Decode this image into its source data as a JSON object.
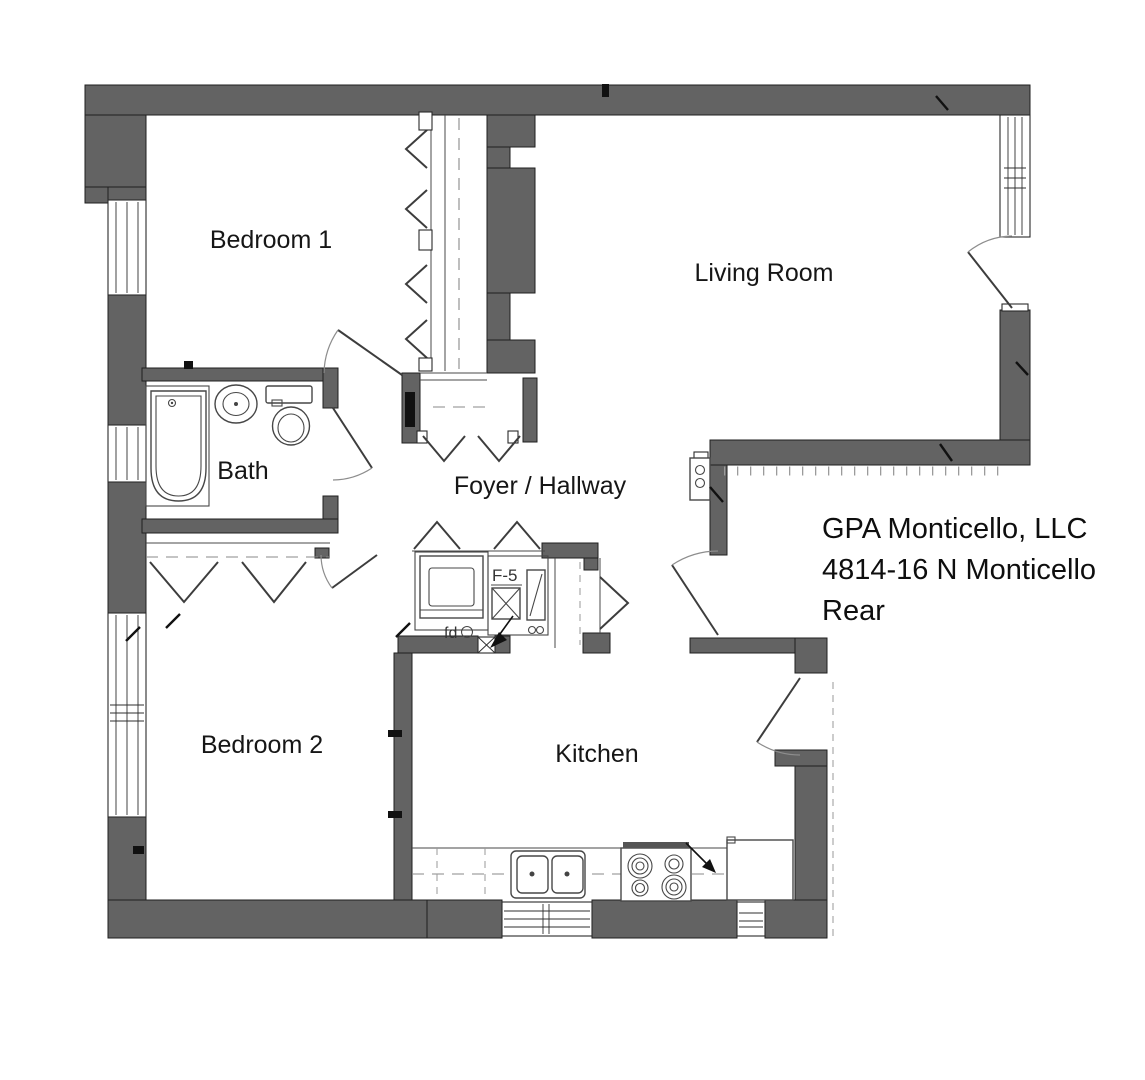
{
  "plan": {
    "labels": {
      "bedroom1": "Bedroom 1",
      "living_room": "Living Room",
      "bath": "Bath",
      "foyer": "Foyer / Hallway",
      "bedroom2": "Bedroom 2",
      "kitchen": "Kitchen"
    },
    "annotations": {
      "unit_tag": "F-5",
      "floor_drain": "fd"
    },
    "title_block": {
      "line1": "GPA Monticello, LLC",
      "line2": "4814-16 N Monticello",
      "line3": "Rear"
    },
    "fixtures": {
      "bath": [
        "bathtub-icon",
        "sink-icon",
        "toilet-icon"
      ],
      "kitchen": [
        "double-sink-icon",
        "range-icon",
        "refrigerator-icon"
      ],
      "mechanical": [
        "washer-icon",
        "furnace-icon",
        "water-heater-icon",
        "floor-drain-icon",
        "radiator-icon"
      ]
    },
    "colors": {
      "wall": "#636363",
      "outline": "#1f1f1f",
      "background": "#ffffff"
    }
  }
}
